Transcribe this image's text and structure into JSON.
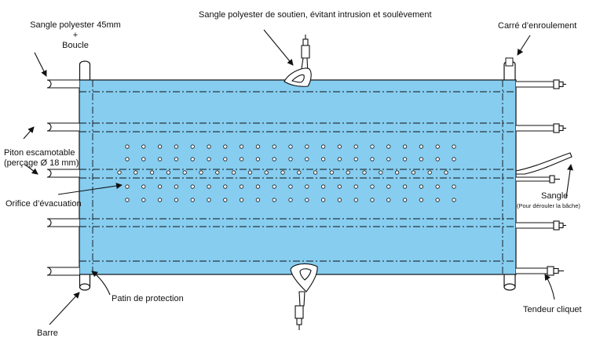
{
  "colors": {
    "tarp": "#86CDF0",
    "outline": "#111111",
    "background": "#ffffff"
  },
  "labels": {
    "strap_buckle_line1": "Sangle polyester 45mm",
    "strap_buckle_line2": "+",
    "strap_buckle_line3": "Boucle",
    "support_strap": "Sangle polyester de soutien, évitant intrusion et soulèvement",
    "winding_square": "Carré d’enroulement",
    "retractable_peg_line1": "Piton escamotable",
    "retractable_peg_line2": "(perçage  Ø 18 mm)",
    "drain_hole": "Orifice d’évacuation",
    "strap": "Sangle",
    "strap_note": "(Pour dérouler la bâche)",
    "protection_pad": "Patin de protection",
    "bar": "Barre",
    "ratchet_tensioner": "Tendeur cliquet"
  }
}
